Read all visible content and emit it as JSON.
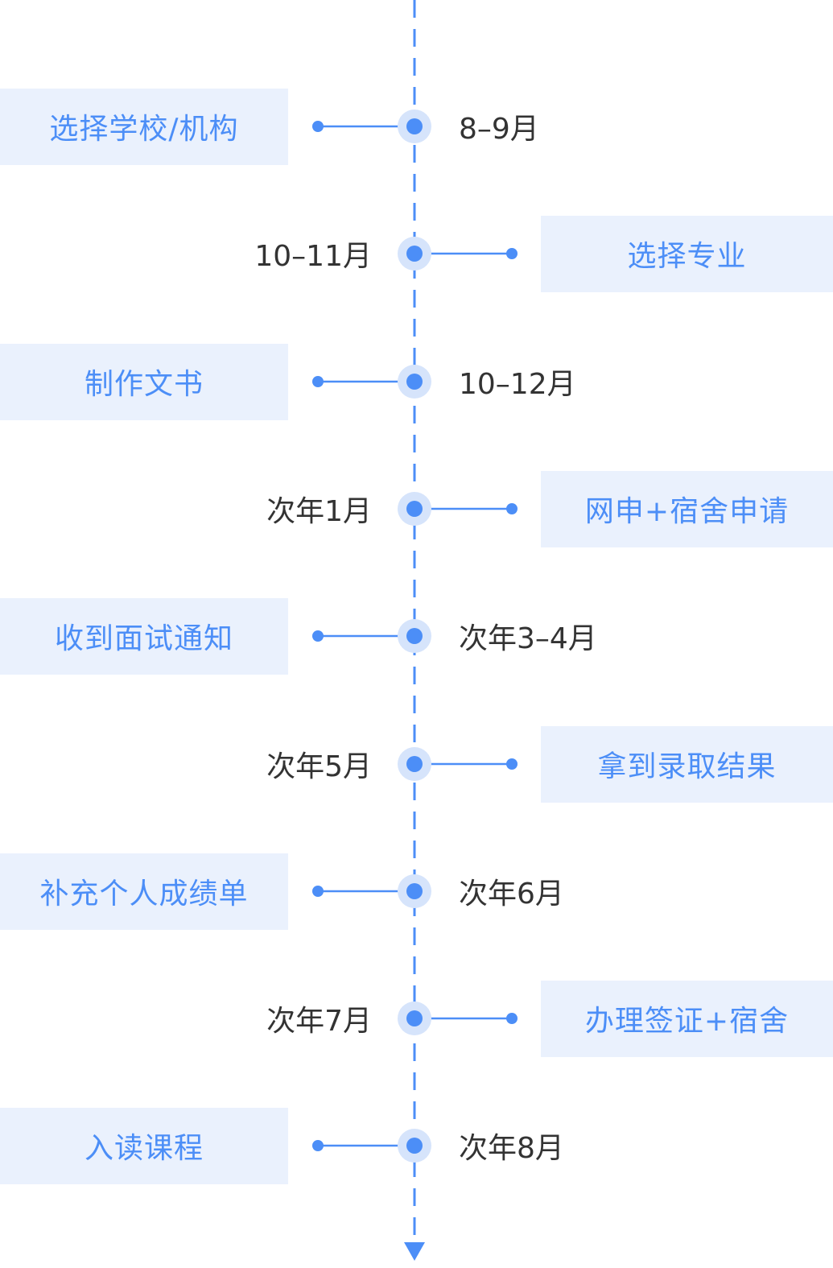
{
  "timeline": {
    "colors": {
      "accent": "#4c8ef7",
      "box_bg": "#eaf1fd",
      "date_text": "#333333",
      "halo": "#d6e4fb"
    },
    "steps": [
      {
        "label": "选择学校/机构",
        "date": "8–9月",
        "side": "left"
      },
      {
        "label": "选择专业",
        "date": "10–11月",
        "side": "right"
      },
      {
        "label": "制作文书",
        "date": "10–12月",
        "side": "left"
      },
      {
        "label": "网申+宿舍申请",
        "date": "次年1月",
        "side": "right"
      },
      {
        "label": "收到面试通知",
        "date": "次年3–4月",
        "side": "left"
      },
      {
        "label": "拿到录取结果",
        "date": "次年5月",
        "side": "right"
      },
      {
        "label": "补充个人成绩单",
        "date": "次年6月",
        "side": "left"
      },
      {
        "label": "办理签证+宿舍",
        "date": "次年7月",
        "side": "right"
      },
      {
        "label": "入读课程",
        "date": "次年8月",
        "side": "left"
      }
    ]
  }
}
